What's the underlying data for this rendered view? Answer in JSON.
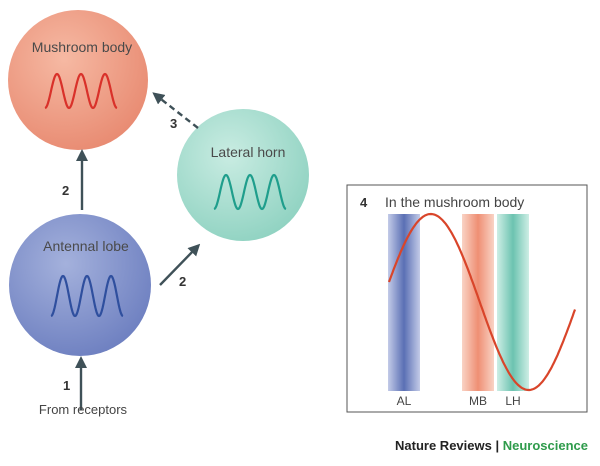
{
  "nodes": {
    "mushroom_body": {
      "label": "Mushroom body",
      "wave_color": "#d9312a"
    },
    "lateral_horn": {
      "label": "Lateral horn",
      "wave_color": "#1f9e8c"
    },
    "antennal_lobe": {
      "label": "Antennal lobe",
      "wave_color": "#2f4f9e"
    }
  },
  "arrows": {
    "receptors_to_al": {
      "step": "1",
      "style": "solid"
    },
    "al_to_mb": {
      "step": "2",
      "style": "solid"
    },
    "al_to_lh": {
      "step": "2",
      "style": "solid"
    },
    "lh_to_mb": {
      "step": "3",
      "style": "dashed"
    }
  },
  "input_label": "From receptors",
  "panel": {
    "step": "4",
    "title": "In the mushroom body",
    "bands": [
      {
        "label": "AL",
        "color": "#5a6fb4"
      },
      {
        "label": "MB",
        "color": "#ef8f74"
      },
      {
        "label": "LH",
        "color": "#6cc3b0"
      }
    ],
    "curve_color": "#d9452a"
  },
  "credit": {
    "journal": "Nature Reviews",
    "separator": "|",
    "field": "Neuroscience"
  },
  "colors": {
    "arrow": "#3f5158",
    "panel_border": "#555555"
  }
}
